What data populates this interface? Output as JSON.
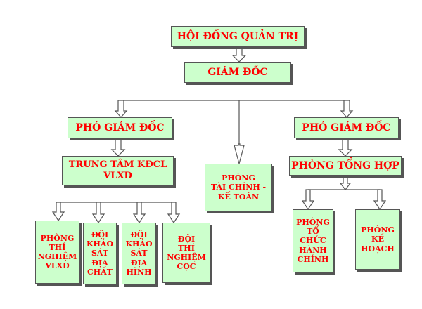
{
  "colors": {
    "box_fill": "#ccffcc",
    "box_text": "#ff0000",
    "line": "#555555"
  },
  "nodes": {
    "board": "HỘI ĐỒNG QUẢN TRỊ",
    "director": "GIÁM ĐỐC",
    "deputy_left": "PHÓ GIÁM ĐỐC",
    "deputy_right": "PHÓ GIÁM ĐỐC",
    "center_kdcl": "TRUNG TÂM KĐCL\nVLXD",
    "finance": "PHÒNG\nTÀI CHÍNH -\nKẾ TOÁN",
    "general": "PHÒNG TỔNG HỢP",
    "lab_vlxd": "PHÒNG\nTHÍ\nNGHIỆM\nVLXD",
    "team_geology": "ĐỘI\nKHẢO\nSÁT\nĐỊA\nCHẤT",
    "team_terrain": "ĐỘI\nKHẢO\nSÁT\nĐỊA\nHÌNH",
    "team_pile": "ĐỘI\nTHÍ\nNGHIỆM\nCỌC",
    "org_admin": "PHÒNG\nTỔ\nCHỨC\nHÀNH\nCHÍNH",
    "planning": "PHÒNG\nKẾ\nHOẠCH"
  }
}
